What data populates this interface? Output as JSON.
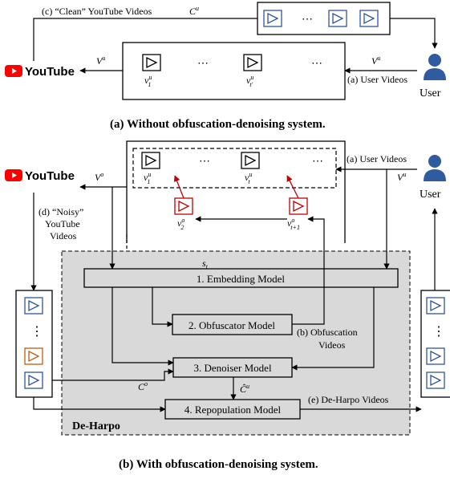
{
  "brand": {
    "youtube": "YouTube",
    "youtube_red": "#ff0000"
  },
  "colors": {
    "blue": "#2f5597",
    "red": "#c00000",
    "orange": "#c55a11",
    "gray_fill": "#d9d9d9",
    "user": "#2e5c9e"
  },
  "icons": {
    "video": "play-triangle-icon",
    "user": "user-person-icon",
    "youtube": "youtube-logo-icon"
  },
  "part_a": {
    "clean_label": "(c) “Clean” YouTube Videos",
    "cu": "C",
    "cu_sup": "u",
    "vu_left": "V",
    "vu_left_sup": "u",
    "vu_right": "V",
    "vu_right_sup": "u",
    "user_videos": "(a) User Videos",
    "user_label": "User",
    "ellipsis": "⋯",
    "v1_base": "v",
    "v1_sup": "u",
    "v1_sub": "1",
    "vt_base": "v",
    "vt_sup": "u",
    "vt_sub": "t′",
    "caption": "(a) Without obfuscation-denoising system."
  },
  "part_b": {
    "vo": "V",
    "vo_sup": "o",
    "vu": "V",
    "vu_sup": "u",
    "user_videos": "(a) User Videos",
    "user_label": "User",
    "noisy_line1": "(d) “Noisy”",
    "noisy_line2": "YouTube",
    "noisy_line3": "Videos",
    "v1_base": "v",
    "v1_sup": "u",
    "v1_sub": "1",
    "vt_base": "v",
    "vt_sup": "u",
    "vt_sub": "t",
    "v2o_base": "v",
    "v2o_sup": "o",
    "v2o_sub": "2",
    "vt1o_base": "v",
    "vt1o_sup": "o",
    "vt1o_sub": "t+1",
    "st_base": "s",
    "st_sub": "t",
    "embedding": "1. Embedding Model",
    "obfuscator": "2. Obfuscator Model",
    "denoiser": "3. Denoiser Model",
    "repopulation": "4. Repopulation Model",
    "obf_videos_line1": "(b) Obfuscation",
    "obf_videos_line2": "Videos",
    "co": "C",
    "co_sup": "o",
    "chat_cu": "Ĉ",
    "chat_cu_sup": "u",
    "deharpo_videos": "(e) De-Harpo Videos",
    "deharpo": "De-Harpo",
    "vdots": "⋮",
    "ellipsis": "⋯",
    "caption": "(b) With obfuscation-denoising system."
  }
}
